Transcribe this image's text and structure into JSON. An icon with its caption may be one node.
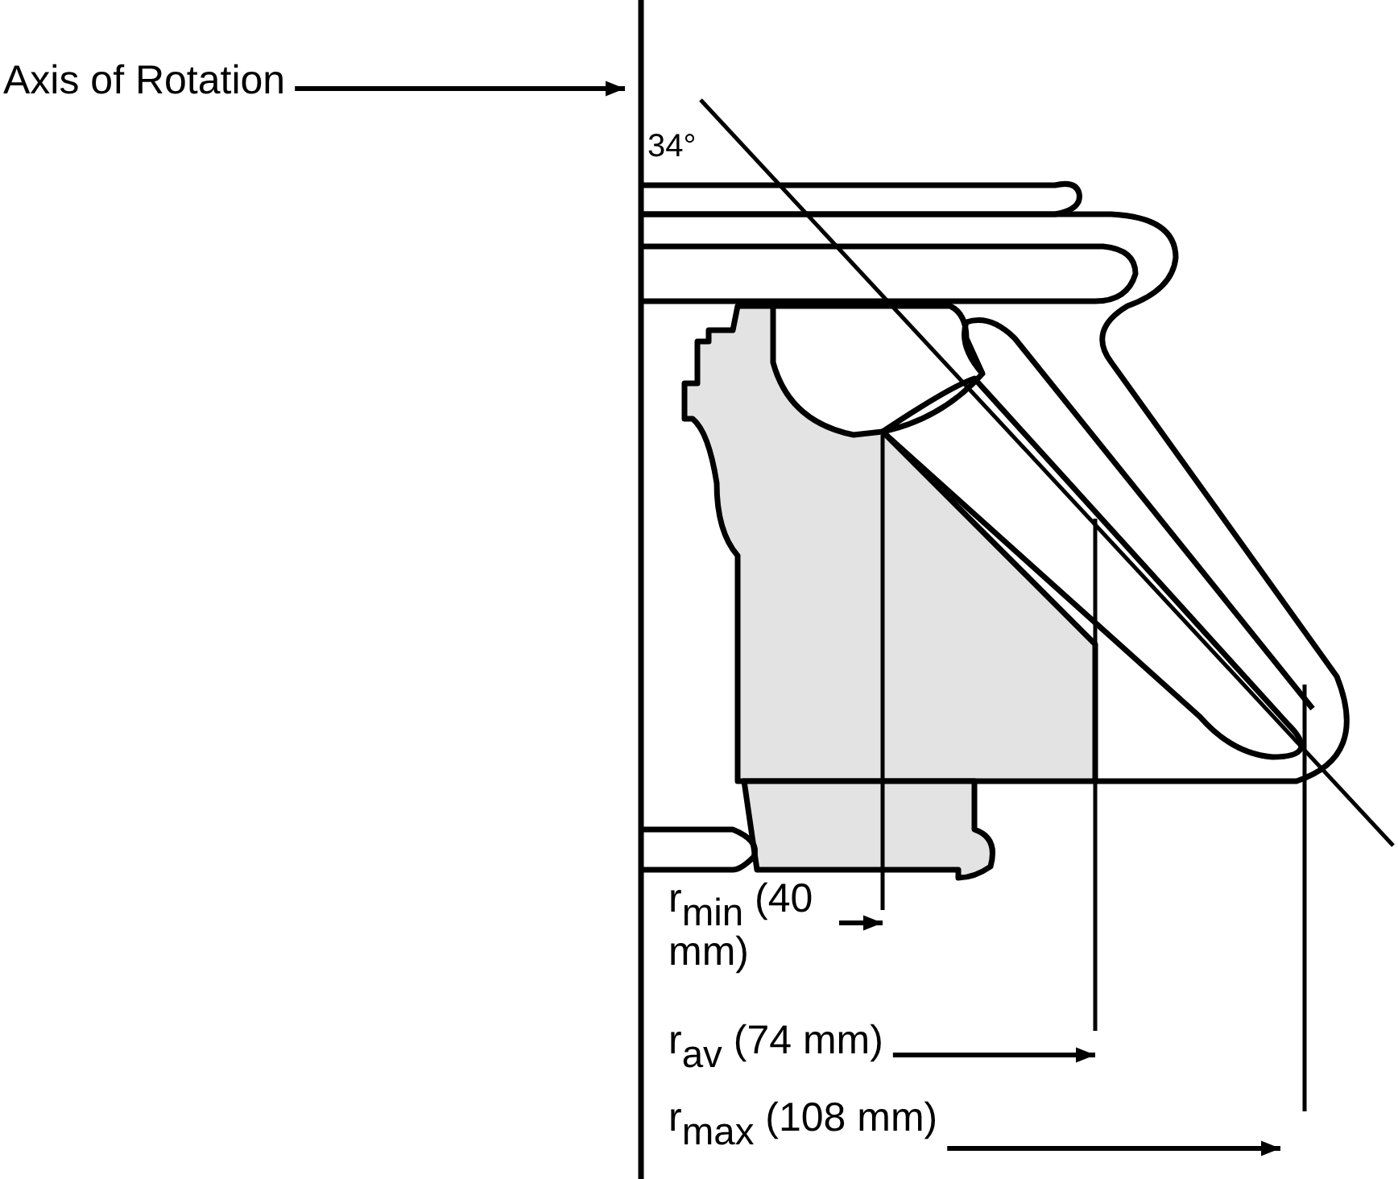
{
  "diagram": {
    "nodes": [
      {
        "text": [
          "Axis of Rotation"
        ]
      },
      {
        "text": [
          "r$_{min}$ (40 mm)"
        ]
      },
      {
        "text": [
          "r$_{av}$ (74 mm)"
        ]
      },
      {
        "text": [
          "r$_{max}$ (108 mm)"
        ]
      }
    ],
    "edges": [
      {
        "from": 0,
        "to": null,
        "arrow": "to"
      },
      {
        "from": 1,
        "to": null,
        "arrow": "to"
      },
      {
        "from": 2,
        "to": null,
        "arrow": "to"
      },
      {
        "from": 3,
        "to": null,
        "arrow": "to"
      }
    ],
    "labels": [
      "34°"
    ]
  }
}
